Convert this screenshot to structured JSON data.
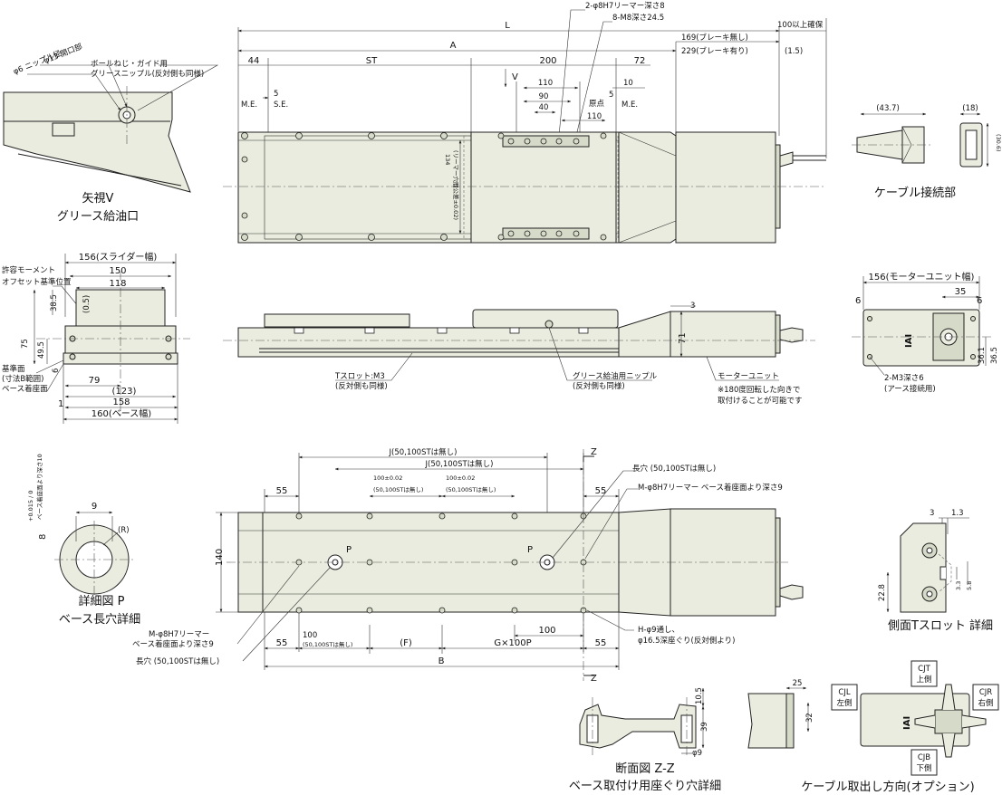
{
  "colors": {
    "body_fill": "#e9ecde",
    "dark_fill": "#d6dac8",
    "line": "#222222"
  },
  "icons": {
    "arrow": "dimension-arrow-icon",
    "hole": "bolt-hole-icon",
    "connector": "cable-connector-icon"
  },
  "top_view": {
    "L": "L",
    "A": "A",
    "d44": "44",
    "ST": "ST",
    "d200": "200",
    "d72": "72",
    "cable_clear": "100以上確保",
    "brake_off": "169(ブレーキ無し)",
    "brake_on": "229(ブレーキ有り)",
    "p1_5": "(1.5)",
    "dowel": "2-φ8H7リーマー深さ8",
    "m8": "8-M8深さ24.5",
    "v_arrow": "V",
    "d110": "110",
    "d90": "90",
    "d40": "40",
    "d110b": "110",
    "d10": "10",
    "d5a": "5",
    "d5b": "5",
    "origin": "原点",
    "me_l": "M.E.",
    "se": "S.E.",
    "me_r": "M.E.",
    "d134": "134",
    "d134_note": "(リーマー穴間公差±0.02)"
  },
  "grease_view": {
    "n_ball": "ボールねじ・ガイド用",
    "n_nipple": "グリースニップル(反対側も同様)",
    "phi13": "φ13 開口部",
    "phi6": "φ6 ニップル径",
    "title1": "矢視V",
    "title2": "グリース給油口"
  },
  "cable_view": {
    "d43_7": "(43.7)",
    "d18": "(18)",
    "d30_6": "(30.6)",
    "title": "ケーブル接続部"
  },
  "end_view": {
    "moment1": "許容モーメント",
    "moment2": "オフセット基準位置",
    "d156": "156(スライダー幅)",
    "d150": "150",
    "d118": "118",
    "d38_5": "38.5",
    "d0_5": "(0.5)",
    "d75": "75",
    "d49_5": "49.5",
    "d6": "6",
    "d79": "79",
    "d123": "(123)",
    "d158": "158",
    "d1": "1",
    "d160": "160(ベース幅)",
    "ref1": "基準面",
    "ref2": "(寸法B範囲)",
    "ref3": "ベース着座面"
  },
  "side_view": {
    "tslot1": "Tスロット:M3",
    "tslot2": "(反対側も同様)",
    "nip1": "グリース給油用ニップル",
    "nip2": "(反対側も同様)",
    "motor": "モーターユニット",
    "rot1": "※180度回転した向きで",
    "rot2": "取付けることが可能です",
    "d3": "3",
    "d71": "71"
  },
  "motor_end": {
    "d156": "156(モーターユニット幅)",
    "d35": "35",
    "d6a": "6",
    "d6b": "6",
    "d36_1": "36.1",
    "d36_5": "36.5",
    "m3_1": "2-M3深さ6",
    "m3_2": "(アース接続用)",
    "logo": "IAI"
  },
  "bottom_view": {
    "J1": "J(50,100STは無し)",
    "J2": "J(50,100STは無し)",
    "d55a": "55",
    "d55b": "55",
    "d55c": "55",
    "d55d": "55",
    "d100a": "100±0.02",
    "d100a_n": "(50,100STは無し)",
    "d100b": "100±0.02",
    "d100b_n": "(50,100STは無し)",
    "d140": "140",
    "P1": "P",
    "P2": "P",
    "Z1": "Z",
    "Z2": "Z",
    "slot": "長穴 (50,100STは無し)",
    "ream": "M-φ8H7リーマー ベース着座面より深さ9",
    "lr1": "M-φ8H7リーマー",
    "lr2": "ベース着座面より深さ9",
    "lslot": "長穴 (50,100STは無し)",
    "d100c": "100",
    "d100c_n": "(50,100STは無し)",
    "F": "(F)",
    "G": "G×100P",
    "d100d": "100",
    "B": "B",
    "H1": "H-φ9通し、",
    "H2": "φ16.5深座ぐり(反対側より)"
  },
  "detail_p": {
    "d9": "9",
    "R": "(R)",
    "d8": "8",
    "tol": "+0.015 / 0",
    "note": "ベース着座面より深さ10",
    "t1": "詳細図 P",
    "t2": "ベース長穴詳細"
  },
  "tslot_detail": {
    "d3": "3",
    "d1_3": "1.3",
    "d22_8": "22.8",
    "d3_3": "3.3",
    "d5_8": "5.8",
    "title": "側面Tスロット 詳細"
  },
  "section_zz": {
    "d10_5": "10.5",
    "d39": "39",
    "phi9": "φ9",
    "t1": "断面図 Z-Z",
    "t2": "ベース取付け用座ぐり穴詳細"
  },
  "cable_option": {
    "d25": "25",
    "d32": "32",
    "cjt1": "CJT",
    "cjt2": "上側",
    "cjl1": "CJL",
    "cjl2": "左側",
    "cjr1": "CJR",
    "cjr2": "右側",
    "cjb1": "CJB",
    "cjb2": "下側",
    "title": "ケーブル取出し方向(オプション)",
    "logo": "IAI"
  }
}
